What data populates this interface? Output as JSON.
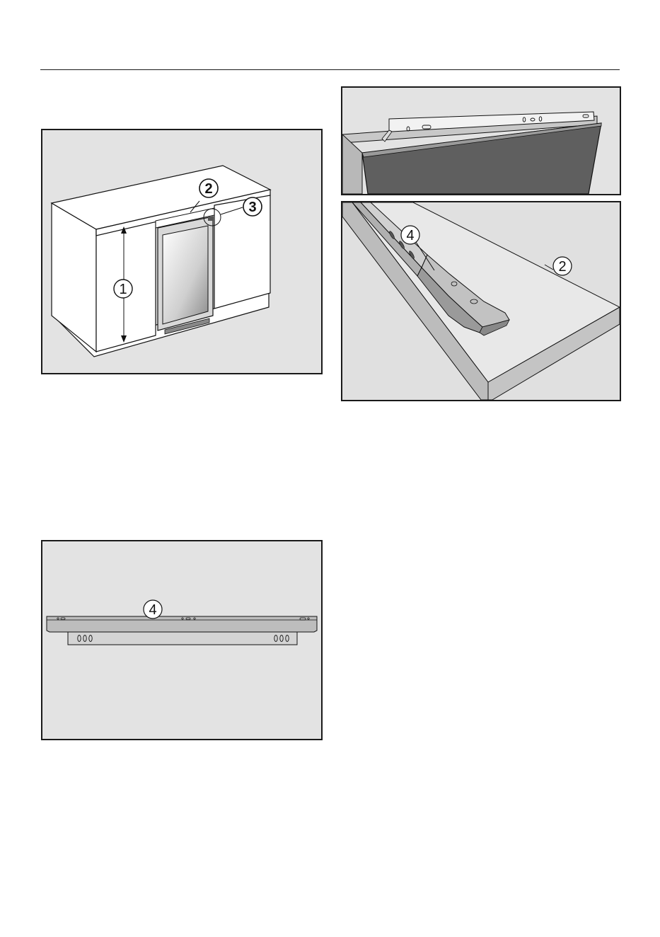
{
  "figures": {
    "cabinet": {
      "callouts": [
        "1",
        "2",
        "3"
      ]
    },
    "bracket_top_detail": {
      "callouts": []
    },
    "worktop_detail": {
      "callouts": [
        "4",
        "2"
      ]
    },
    "bracket_front": {
      "callouts": [
        "4"
      ]
    }
  }
}
